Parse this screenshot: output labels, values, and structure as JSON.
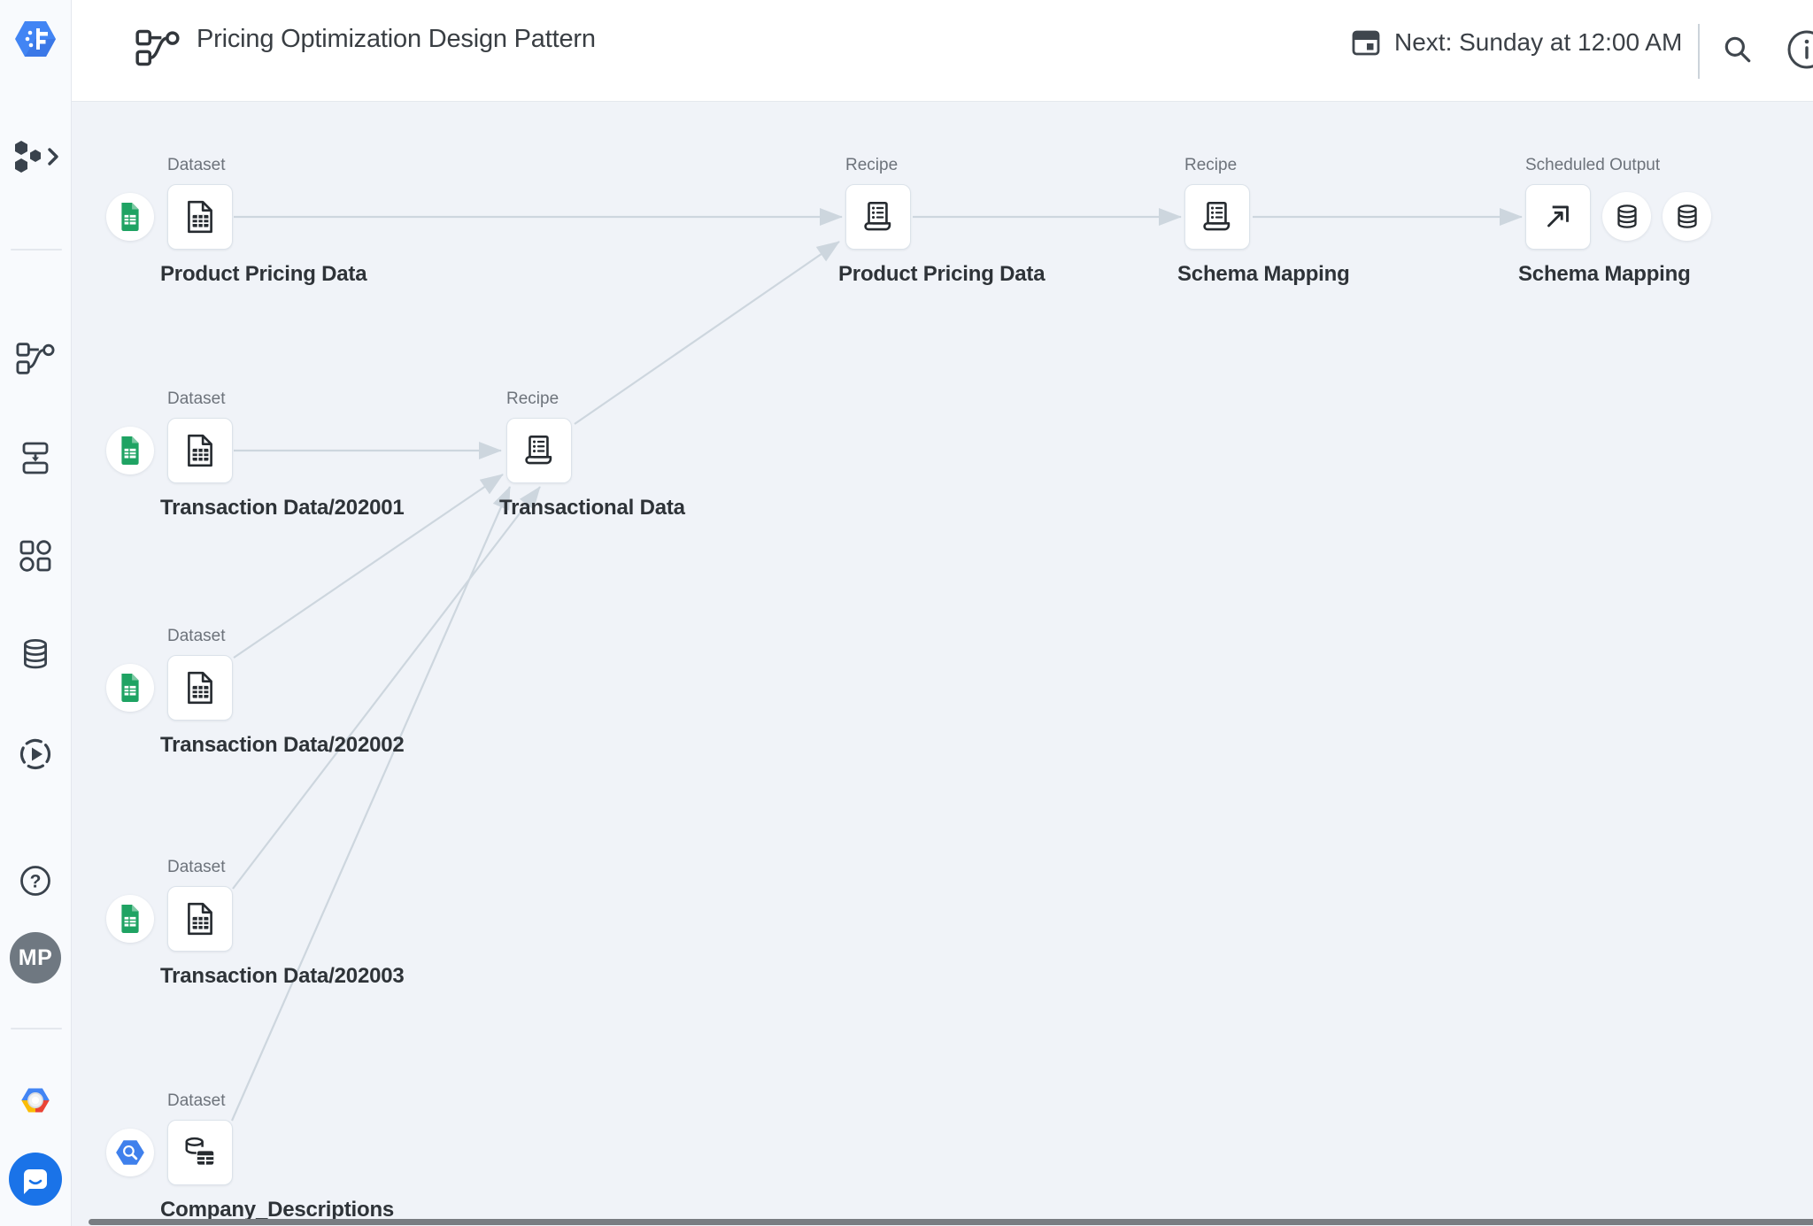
{
  "header": {
    "title": "Pricing Optimization Design Pattern",
    "schedule_text": "Next: Sunday at 12:00 AM"
  },
  "sidebar": {
    "avatar_initials": "MP"
  },
  "flow": {
    "nodes": {
      "product_pricing_dataset": {
        "type_label": "Dataset",
        "title": "Product Pricing Data",
        "source_icon": "google-sheets-icon"
      },
      "product_pricing_recipe": {
        "type_label": "Recipe",
        "title": "Product Pricing Data"
      },
      "schema_mapping_recipe": {
        "type_label": "Recipe",
        "title": "Schema Mapping"
      },
      "schema_mapping_output": {
        "type_label": "Scheduled Output",
        "title": "Schema Mapping",
        "targets": [
          "database-icon",
          "database-icon"
        ]
      },
      "transaction_202001": {
        "type_label": "Dataset",
        "title": "Transaction Data/202001",
        "source_icon": "google-sheets-icon"
      },
      "transactional_data_recipe": {
        "type_label": "Recipe",
        "title": "Transactional Data"
      },
      "transaction_202002": {
        "type_label": "Dataset",
        "title": "Transaction Data/202002",
        "source_icon": "google-sheets-icon"
      },
      "transaction_202003": {
        "type_label": "Dataset",
        "title": "Transaction Data/202003",
        "source_icon": "google-sheets-icon"
      },
      "company_descriptions": {
        "type_label": "Dataset",
        "title": "Company_Descriptions",
        "source_icon": "bigquery-icon"
      }
    },
    "edges": [
      {
        "from": "product_pricing_dataset",
        "to": "product_pricing_recipe"
      },
      {
        "from": "product_pricing_recipe",
        "to": "schema_mapping_recipe"
      },
      {
        "from": "schema_mapping_recipe",
        "to": "schema_mapping_output"
      },
      {
        "from": "transaction_202001",
        "to": "transactional_data_recipe"
      },
      {
        "from": "transaction_202002",
        "to": "transactional_data_recipe"
      },
      {
        "from": "transaction_202003",
        "to": "transactional_data_recipe"
      },
      {
        "from": "company_descriptions",
        "to": "transactional_data_recipe"
      },
      {
        "from": "transactional_data_recipe",
        "to": "product_pricing_recipe"
      }
    ]
  },
  "icons": [
    "dataprep-logo",
    "project-hexagons-icon",
    "chevron-right-icon",
    "flow-icon",
    "plan-icon",
    "library-icon",
    "database-icon",
    "jobs-icon",
    "help-icon",
    "google-cloud-icon",
    "chat-icon",
    "calendar-icon",
    "search-icon",
    "info-icon",
    "dataset-file-icon",
    "recipe-icon",
    "output-export-icon",
    "database-table-icon"
  ],
  "colors": {
    "canvas_bg": "#f0f3f8",
    "edge_gray": "#cdd6de",
    "accent_blue": "#4285f4",
    "sheets_green": "#1fa363",
    "bigquery_blue": "#3f80ec",
    "chat_blue": "#1a73e8",
    "icon_dark": "#39424c"
  }
}
